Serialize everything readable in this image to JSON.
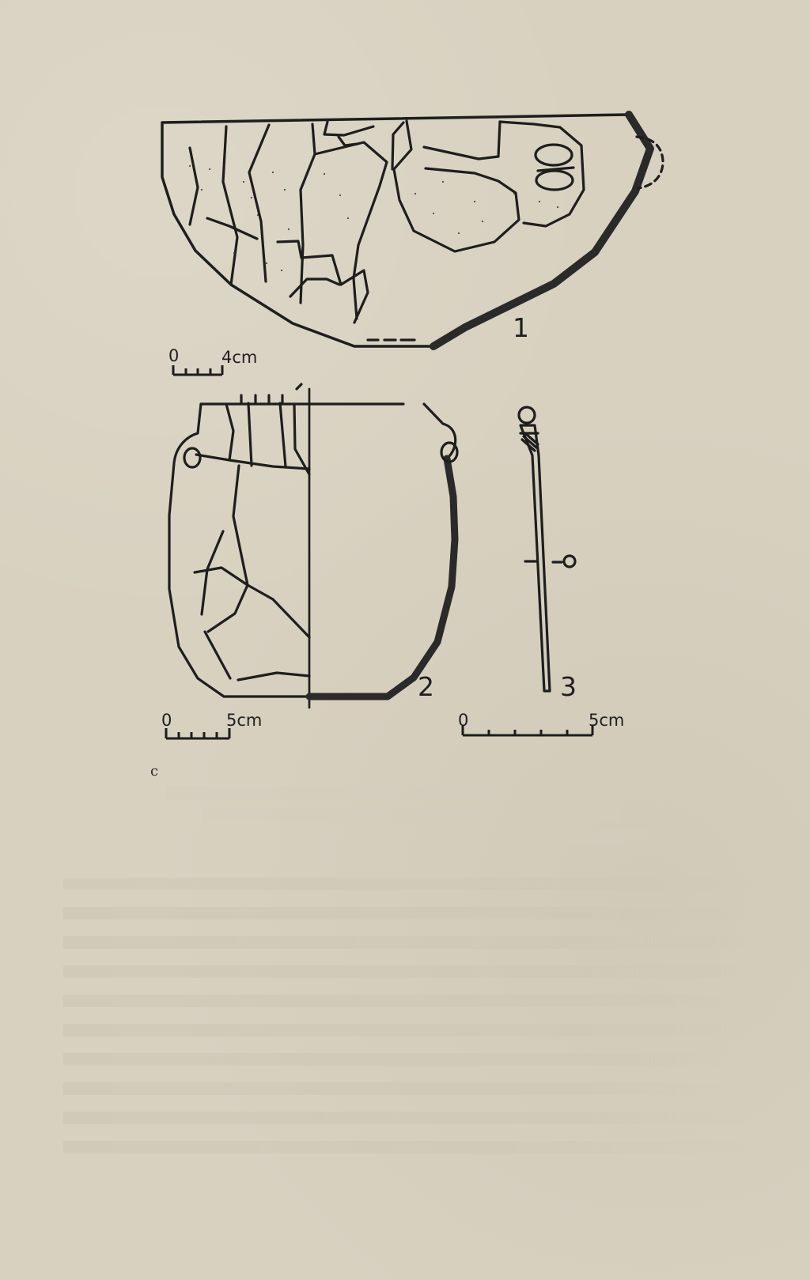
{
  "figure": {
    "labels": {
      "item1": "1",
      "item2": "2",
      "item3": "3"
    },
    "scales": {
      "scale1_start": "0",
      "scale1_end": "4cm",
      "scale2_start": "0",
      "scale2_end": "5cm",
      "scale3_start": "0",
      "scale3_end": "5cm"
    }
  },
  "caption": {
    "visible_text": "c"
  }
}
